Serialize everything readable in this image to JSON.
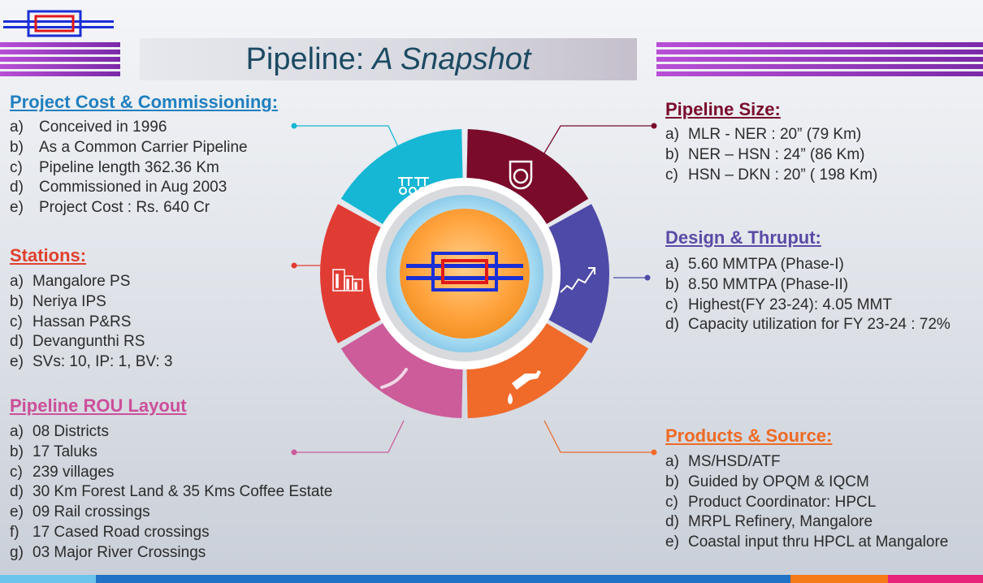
{
  "title": {
    "plain": "Pipeline:",
    "italic": "A Snapshot"
  },
  "colors": {
    "cost": "#1f7fbf",
    "stations": "#e0402e",
    "rou": "#cc4f9a",
    "size": "#7a0b2b",
    "design": "#5b4aa6",
    "products": "#ee6a24",
    "seg_cyan": "#16b7d4",
    "seg_maroon": "#7a0b2b",
    "seg_purple": "#4e4aa8",
    "seg_orange": "#f06a2a",
    "seg_pink": "#cc5c9a",
    "seg_red": "#e13c34"
  },
  "cost": {
    "title": "Project Cost & Commissioning:",
    "items": [
      {
        "label": "a)",
        "text": "Conceived in 1996"
      },
      {
        "label": "b)",
        "text": "As a Common Carrier  Pipeline"
      },
      {
        "label": "c)",
        "text": "Pipeline length 362.36 Km"
      },
      {
        "label": "d)",
        "text": "Commissioned in Aug 2003"
      },
      {
        "label": "e)",
        "text": "Project Cost : Rs. 640 Cr"
      }
    ]
  },
  "stations": {
    "title": "Stations:",
    "items": [
      {
        "label": "a)",
        "text": "Mangalore PS"
      },
      {
        "label": "b)",
        "text": "Neriya IPS"
      },
      {
        "label": "c)",
        "text": "Hassan P&RS"
      },
      {
        "label": "d)",
        "text": "Devangunthi RS"
      },
      {
        "label": "e)",
        "text": "SVs: 10, IP: 1, BV: 3"
      }
    ]
  },
  "rou": {
    "title": "Pipeline ROU Layout",
    "items": [
      {
        "label": "a)",
        "text": "08 Districts"
      },
      {
        "label": "b)",
        "text": "17 Taluks"
      },
      {
        "label": "c)",
        "text": "239 villages"
      },
      {
        "label": "d)",
        "text": "30 Km Forest Land & 35 Kms Coffee Estate"
      },
      {
        "label": "e)",
        "text": "09 Rail crossings"
      },
      {
        "label": "f)",
        "text": "17 Cased Road crossings"
      },
      {
        "label": "g)",
        "text": "03 Major River Crossings"
      }
    ]
  },
  "size": {
    "title": "Pipeline Size:",
    "items": [
      {
        "label": "a)",
        "text": "MLR - NER : 20” (79 Km)"
      },
      {
        "label": "b)",
        "text": "NER – HSN : 24” (86 Km)"
      },
      {
        "label": "c)",
        "text": "HSN – DKN : 20” ( 198 Km)"
      }
    ]
  },
  "design": {
    "title": "Design & Thruput:",
    "items": [
      {
        "label": "a)",
        "text": "5.60 MMTPA  (Phase-I)"
      },
      {
        "label": "b)",
        "text": "8.50 MMTPA  (Phase-II)"
      },
      {
        "label": "c)",
        "text": "Highest(FY 23-24): 4.05 MMT"
      },
      {
        "label": "d)",
        "text": "Capacity utilization for FY 23-24 : 72%"
      }
    ]
  },
  "products": {
    "title": "Products & Source:",
    "items": [
      {
        "label": "a)",
        "text": "MS/HSD/ATF"
      },
      {
        "label": "b)",
        "text": "Guided by OPQM & IQCM"
      },
      {
        "label": "c)",
        "text": "Product Coordinator: HPCL"
      },
      {
        "label": "d)",
        "text": "MRPL Refinery, Mangalore"
      },
      {
        "label": "e)",
        "text": "Coastal input thru HPCL at Mangalore"
      }
    ]
  }
}
